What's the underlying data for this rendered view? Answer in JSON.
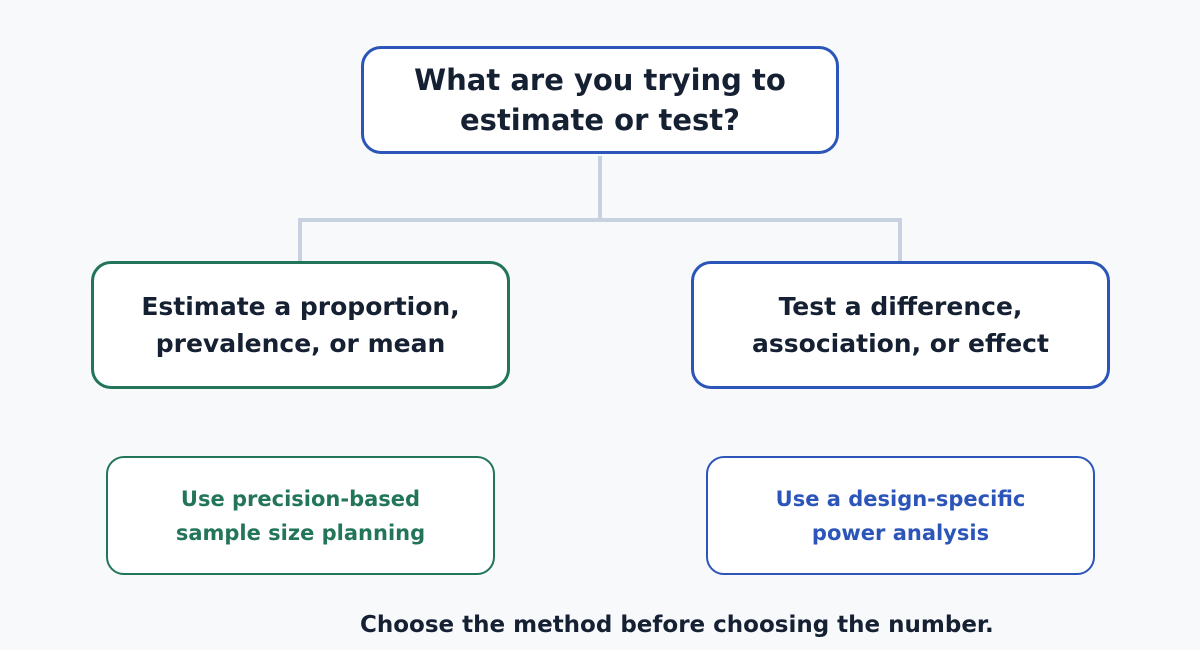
{
  "diagram": {
    "root": {
      "lines": [
        "What are you trying to",
        "estimate or test?"
      ]
    },
    "branches": [
      {
        "lines": [
          "Estimate a proportion,",
          "prevalence, or mean"
        ],
        "outcome": {
          "lines": [
            "Use precision-based",
            "sample size planning"
          ]
        }
      },
      {
        "lines": [
          "Test a difference,",
          "association, or effect"
        ],
        "outcome": {
          "lines": [
            "Use a design-specific",
            "power analysis"
          ]
        }
      }
    ],
    "note": "Choose the method before choosing the number."
  },
  "colors": {
    "background": "#f7f9fb",
    "blue": "#2b55b8",
    "green": "#237559",
    "connector": "#c8d2de",
    "text": "#162033"
  }
}
